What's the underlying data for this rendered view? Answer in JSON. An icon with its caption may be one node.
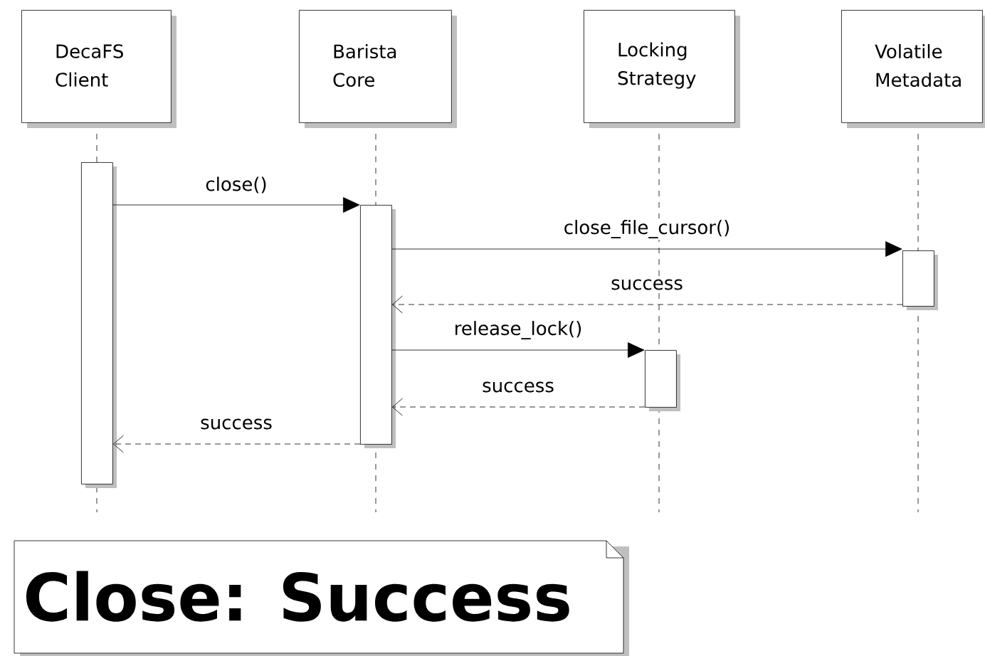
{
  "diagram": {
    "nodes": [
      {
        "text": [
          "DecaFS Client"
        ]
      },
      {
        "text": [
          "Barista Core"
        ]
      },
      {
        "text": [
          "Locking Strategy"
        ]
      },
      {
        "text": [
          "Volatile Metadata"
        ]
      },
      {
        "text": [],
        "shape": "bar"
      },
      {
        "text": [],
        "shape": "bar"
      },
      {
        "text": [],
        "shape": "bar"
      },
      {
        "text": [],
        "shape": "bar"
      },
      {
        "text": [
          "Close: Success"
        ]
      }
    ],
    "edges": [
      {
        "from": 4,
        "to": 5,
        "arrow": "to",
        "label": "close()"
      },
      {
        "from": 5,
        "to": 6,
        "arrow": "to",
        "label": "close_file_cursor()"
      },
      {
        "from": 6,
        "to": 5,
        "arrow": "to",
        "label": "success",
        "style": "dashed"
      },
      {
        "from": 5,
        "to": 7,
        "arrow": "to",
        "label": "release_lock()"
      },
      {
        "from": 7,
        "to": 5,
        "arrow": "to",
        "label": "success",
        "style": "dashed"
      },
      {
        "from": 5,
        "to": 4,
        "arrow": "to",
        "label": "success",
        "style": "dashed"
      }
    ]
  }
}
